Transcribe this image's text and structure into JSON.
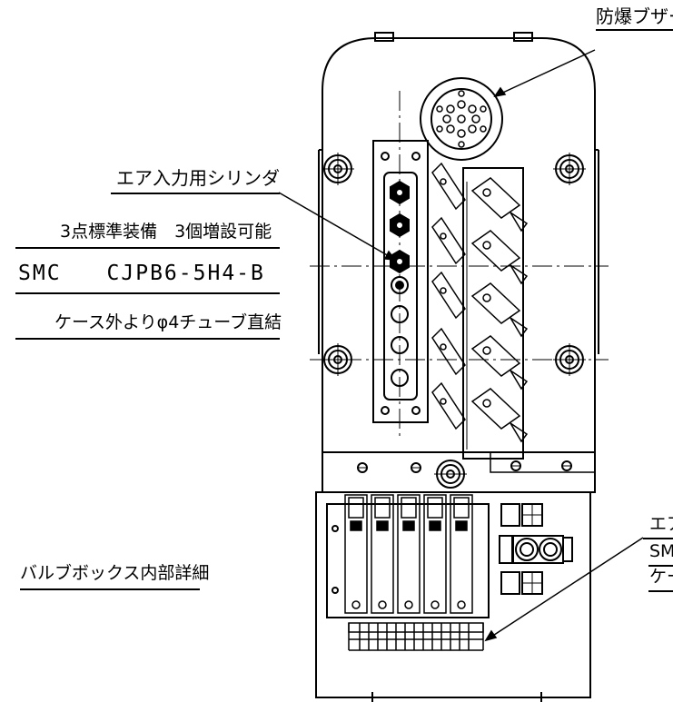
{
  "labels": {
    "explosion_proof_buzzer": "防爆ブザー",
    "air_input_cylinder": "エア入力用シリンダ",
    "three_points_standard": "3点標準装備　3個増設可能",
    "smc_part_number": "SMC　　CJPB6-5H4-B",
    "direct_tube": "ケース外よりφ4チューブ直結",
    "valve_box_detail": "バルブボックス内部詳細",
    "right_label_line1": "エア",
    "right_label_line2": "SM",
    "right_label_line3": "ケー"
  }
}
